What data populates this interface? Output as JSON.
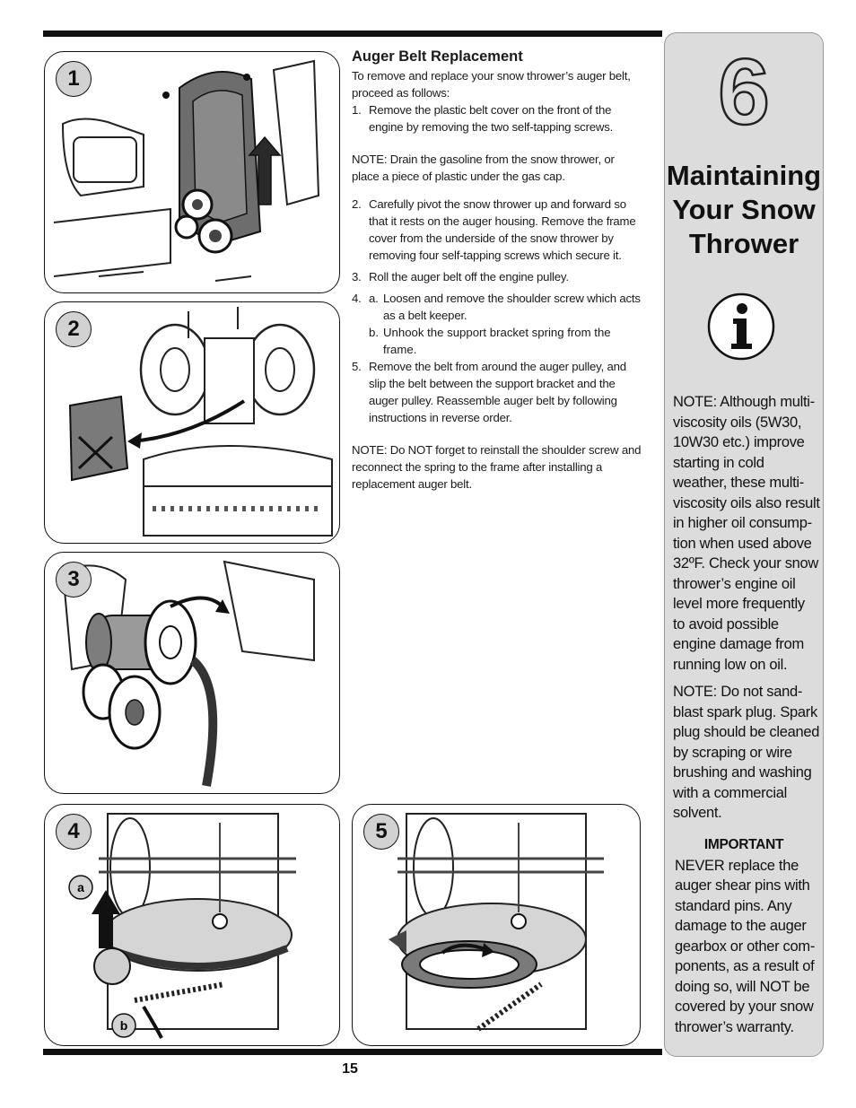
{
  "section": {
    "heading": "Auger Belt Replacement",
    "intro": "To remove and replace your snow thrower’s auger belt, proceed as follows:",
    "step1_num": "1.",
    "step1": "Remove the plastic belt cover on the front of the engine by removing the two self-tapping screws.",
    "note_gas": "NOTE: Drain the gasoline from the snow thrower, or place a piece of plastic under the gas cap.",
    "step2_num": "2.",
    "step2": "Carefully pivot the snow thrower up and forward so that it rests on the auger housing. Remove the frame cover from the underside of the snow thrower by removing four self-tapping screws which secure it.",
    "step3_num": "3.",
    "step3": "Roll the auger belt off the engine pulley.",
    "step4_num": "4.",
    "step4a_label": "a.",
    "step4a": "Loosen and remove the shoulder screw which acts as a belt keeper.",
    "step4b_label": "b.",
    "step4b": "Unhook the support bracket spring from the frame.",
    "step5_num": "5.",
    "step5": "Remove the belt from around the auger pulley, and slip the belt between the support bracket and the auger pulley. Reassemble auger belt by following instructions in reverse order.",
    "note_reinstall": "NOTE: Do NOT forget to reinstall the shoulder screw and reconnect the spring to the frame after installing a replacement auger belt."
  },
  "figures": {
    "fig1": "1",
    "fig2": "2",
    "fig3": "3",
    "fig4": "4",
    "fig5": "5",
    "fig4_callout_a": "a",
    "fig4_callout_b": "b"
  },
  "sidebar": {
    "chapter_number": "6",
    "chapter_title": "Maintaining Your Snow Thrower",
    "icon": "info-icon",
    "note_oil": "NOTE: Although multi-viscosity oils (5W30, 10W30 etc.) improve starting in cold weather, these multi-viscosity oils also result in higher oil consump-tion when used above 32ºF. Check your snow thrower’s engine oil level more frequently to avoid possible engine damage from running low on oil.",
    "note_spark": "NOTE: Do not sand-blast spark plug. Spark plug should be cleaned by scraping or wire brushing and washing with a commercial solvent.",
    "important_heading": "IMPORTANT",
    "important_text": "NEVER replace the auger shear pins with standard pins. Any damage to the auger gearbox or other com-ponents, as a result of doing so, will NOT be covered by your snow thrower’s warranty."
  },
  "page": {
    "number": "15"
  },
  "colors": {
    "sidebar_bg": "#dcdcdc",
    "rule": "#111111",
    "badge": "#d2d2d2"
  }
}
